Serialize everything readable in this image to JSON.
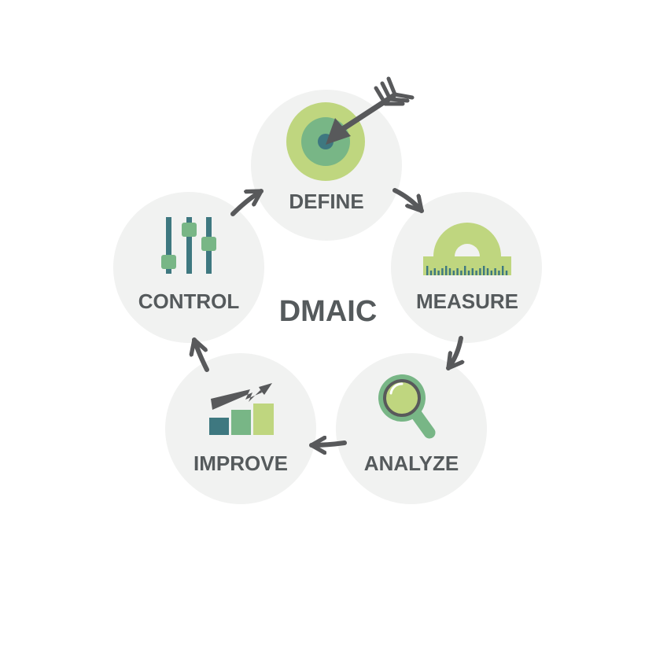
{
  "title": "DMAIC",
  "phases": [
    {
      "label": "DEFINE",
      "icon": "target-arrow-icon"
    },
    {
      "label": "MEASURE",
      "icon": "protractor-ruler-icon"
    },
    {
      "label": "ANALYZE",
      "icon": "magnifying-glass-icon"
    },
    {
      "label": "IMPROVE",
      "icon": "growth-bar-chart-icon"
    },
    {
      "label": "CONTROL",
      "icon": "slider-controls-icon"
    }
  ],
  "colors": {
    "circle_bg": "#f1f2f1",
    "text": "#555a5c",
    "arrow": "#58595b",
    "light_green": "#bfd67f",
    "mid_green": "#78b686",
    "teal": "#3e7880",
    "dark_gray": "#58595b"
  }
}
